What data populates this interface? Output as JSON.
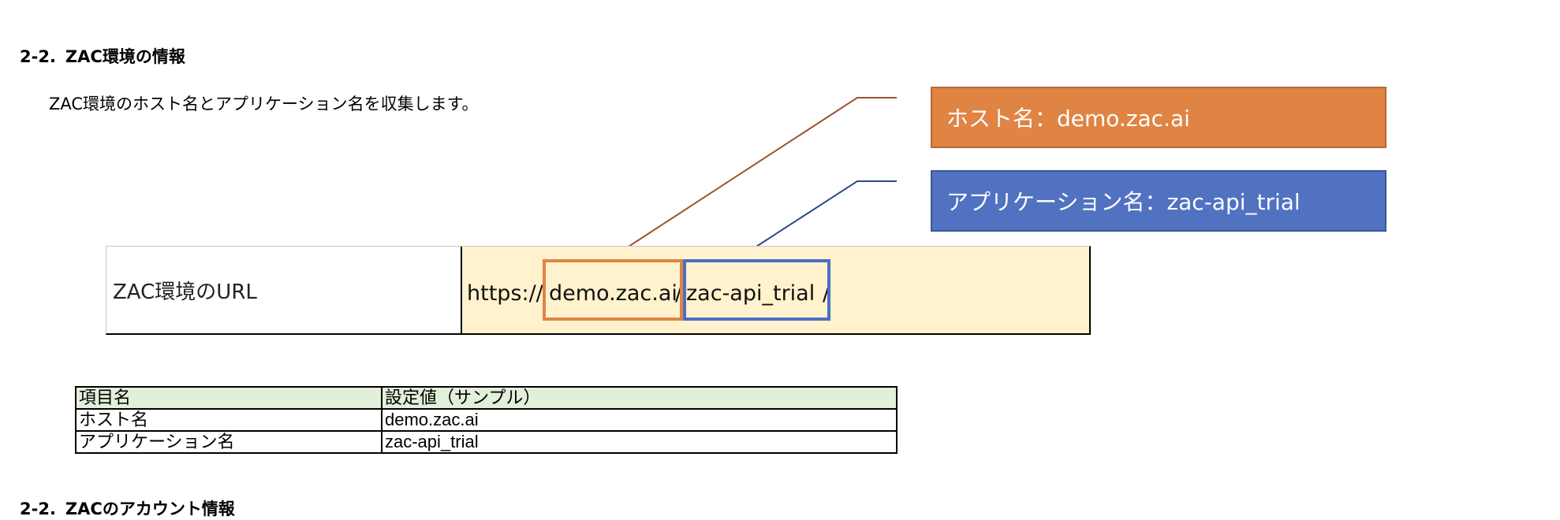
{
  "section1": {
    "number": "2-2.",
    "title": "ZAC環境の情報",
    "description": "ZAC環境のホスト名とアプリケーション名を収集します。"
  },
  "callouts": {
    "host": "ホスト名：demo.zac.ai",
    "app": "アプリケーション名：zac-api_trial"
  },
  "url_table": {
    "label": "ZAC環境のURL",
    "url_prefix": "https://",
    "url_host": "demo.zac.ai",
    "url_sep": "/",
    "url_app": "zac-api_trial",
    "url_suffix": "/"
  },
  "info_table": {
    "headers": [
      "項目名",
      "設定値（サンプル）"
    ],
    "rows": [
      [
        "ホスト名",
        "demo.zac.ai"
      ],
      [
        "アプリケーション名",
        "zac-api_trial"
      ]
    ]
  },
  "section2": {
    "number": "2-2.",
    "title": "ZACのアカウント情報"
  },
  "colors": {
    "host_accent": "#e08444",
    "app_accent": "#5172c1",
    "url_bg": "#fff2cd",
    "table_header_bg": "#e2efda"
  }
}
